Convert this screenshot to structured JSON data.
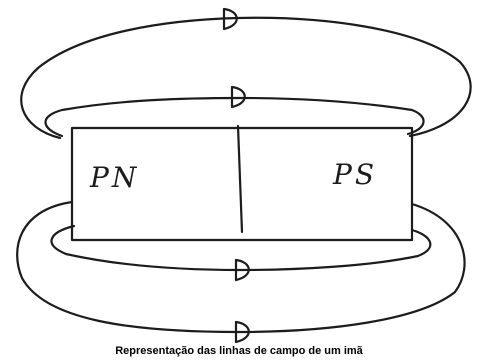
{
  "diagram": {
    "north_pole_label": "PN",
    "south_pole_label": "PS",
    "caption": "Representação das linhas de campo de um imã"
  },
  "colors": {
    "ink": "#1c1c1c",
    "background": "#ffffff"
  }
}
